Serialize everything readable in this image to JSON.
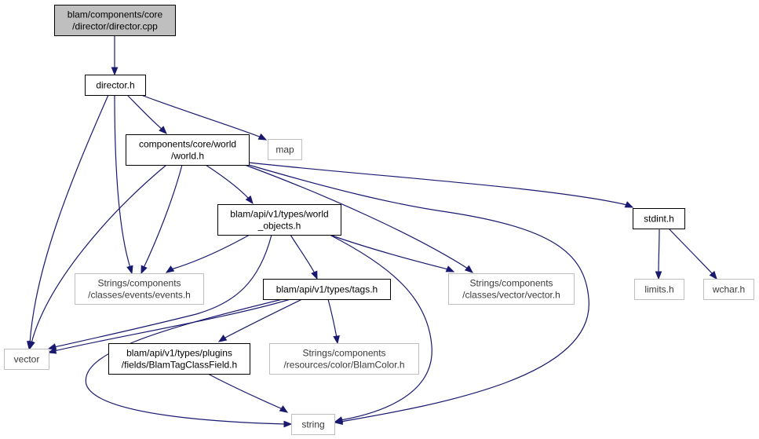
{
  "graph": {
    "edge_color": "#191970",
    "root_fill": "#bfbfbf",
    "node_border_internal": "#000000",
    "node_border_external": "#bfbfbf",
    "nodes": {
      "director_cpp": {
        "lines": [
          "blam/components/core",
          "/director/director.cpp"
        ],
        "kind": "root"
      },
      "director_h": {
        "lines": [
          "director.h"
        ],
        "kind": "internal"
      },
      "world_h": {
        "lines": [
          "components/core/world",
          "/world.h"
        ],
        "kind": "internal"
      },
      "map": {
        "lines": [
          "map"
        ],
        "kind": "external"
      },
      "world_objects_h": {
        "lines": [
          "blam/api/v1/types/world",
          "_objects.h"
        ],
        "kind": "internal"
      },
      "stdint_h": {
        "lines": [
          "stdint.h"
        ],
        "kind": "internal"
      },
      "events_h": {
        "lines": [
          "Strings/components",
          "/classes/events/events.h"
        ],
        "kind": "external"
      },
      "vector_h": {
        "lines": [
          "Strings/components",
          "/classes/vector/vector.h"
        ],
        "kind": "external"
      },
      "tags_h": {
        "lines": [
          "blam/api/v1/types/tags.h"
        ],
        "kind": "internal"
      },
      "limits_h": {
        "lines": [
          "limits.h"
        ],
        "kind": "external"
      },
      "wchar_h": {
        "lines": [
          "wchar.h"
        ],
        "kind": "external"
      },
      "vector": {
        "lines": [
          "vector"
        ],
        "kind": "external"
      },
      "blamtagclassfield_h": {
        "lines": [
          "blam/api/v1/types/plugins",
          "/fields/BlamTagClassField.h"
        ],
        "kind": "internal"
      },
      "blamcolor_h": {
        "lines": [
          "Strings/components",
          "/resources/color/BlamColor.h"
        ],
        "kind": "external"
      },
      "string": {
        "lines": [
          "string"
        ],
        "kind": "external"
      }
    }
  }
}
